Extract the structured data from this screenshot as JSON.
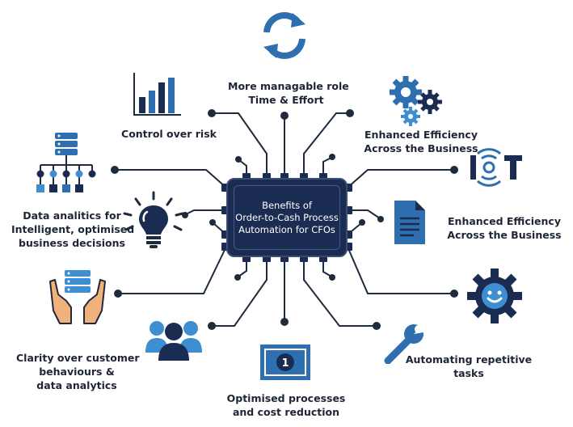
{
  "center": {
    "line1": "Benefits of",
    "line2": "Order-to-Cash Process",
    "line3": "Automation for CFOs"
  },
  "benefits": {
    "role": {
      "line1": "More managable role",
      "line2": "Time & Effort",
      "icon": "refresh-cycle-icon"
    },
    "risk": {
      "line1": "Control over risk",
      "icon": "bar-chart-icon"
    },
    "efficiency_gears": {
      "line1": "Enhanced Efficiency",
      "line2": "Across the Business",
      "icon": "gears-icon"
    },
    "iot": {
      "icon_text": "IoT",
      "icon": "iot-icon"
    },
    "efficiency_doc": {
      "line1": "Enhanced Efficiency",
      "line2": "Across the Business",
      "icon": "document-icon"
    },
    "data_analytics": {
      "line1": "Data analitics  for",
      "line2": "Intelligent, optimised",
      "line3": "business decisions",
      "icon": "database-network-icon"
    },
    "insight": {
      "icon": "lightbulb-icon"
    },
    "clarity": {
      "line1": "Clarity over customer",
      "line2": "behaviours &",
      "line3": "data analytics",
      "icon": "hands-database-icon"
    },
    "team": {
      "icon": "users-group-icon"
    },
    "cost": {
      "line1": "Optimised processes",
      "line2": "and cost reduction",
      "icon_text": "1",
      "icon": "banknote-icon"
    },
    "automation_gear": {
      "icon": "gear-smile-icon"
    },
    "automating": {
      "line1": "Automating repetitive",
      "line2": "tasks",
      "icon": "wrench-icon"
    }
  },
  "colors": {
    "navy": "#1b2c52",
    "wire": "#1f2a3d",
    "accent_blue": "#2f6fb0",
    "light_blue": "#3d8fd1",
    "text": "#1e2536"
  }
}
